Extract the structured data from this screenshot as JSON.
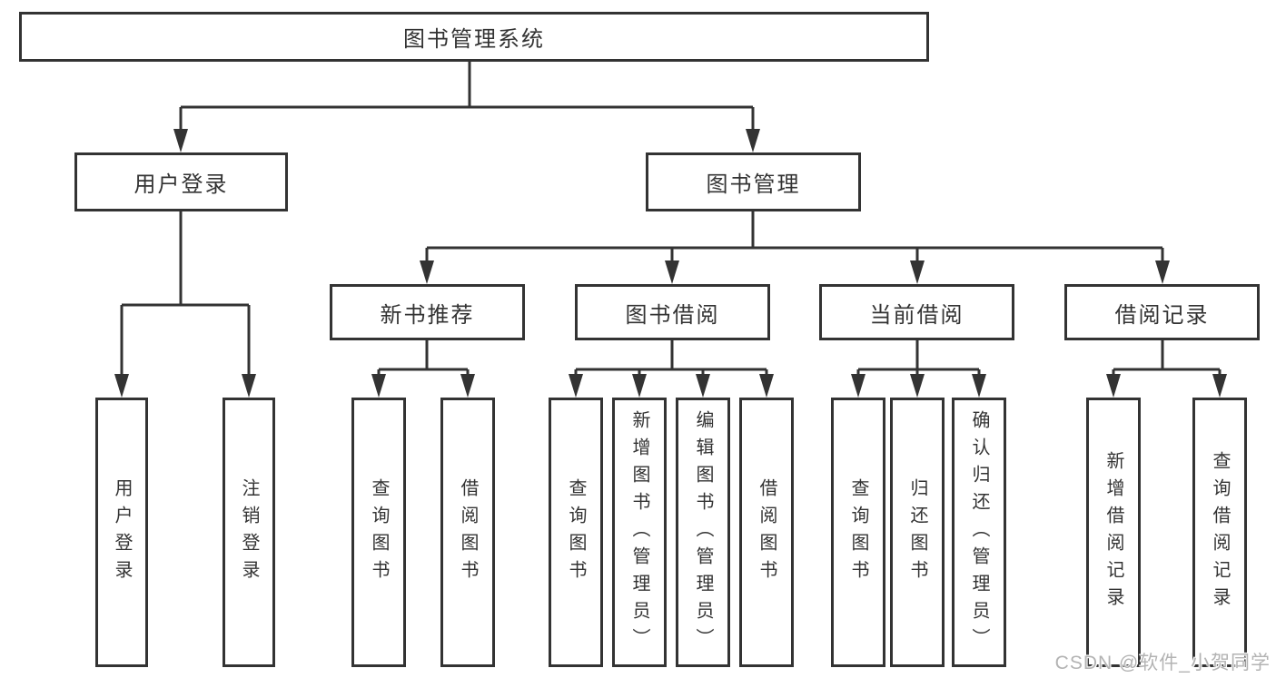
{
  "diagram": {
    "root": {
      "label": "图书管理系统"
    },
    "level2": [
      {
        "label": "用户登录"
      },
      {
        "label": "图书管理"
      }
    ],
    "level3": [
      {
        "label": "新书推荐"
      },
      {
        "label": "图书借阅"
      },
      {
        "label": "当前借阅"
      },
      {
        "label": "借阅记录"
      }
    ],
    "leaves": {
      "login": [
        "用户登录",
        "注销登录"
      ],
      "recommend": [
        "查询图书",
        "借阅图书"
      ],
      "borrow": [
        "查询图书",
        "新增图书（管理员）",
        "编辑图书（管理员）",
        "借阅图书"
      ],
      "current": [
        "查询图书",
        "归还图书",
        "确认归还（管理员）"
      ],
      "records": [
        "新增借阅记录",
        "查询借阅记录"
      ]
    }
  },
  "watermark": "CSDN @软件_小贺同学",
  "colors": {
    "line": "#333333",
    "text": "#333333",
    "watermark_text": "#b3b3b3",
    "background": "#ffffff"
  }
}
